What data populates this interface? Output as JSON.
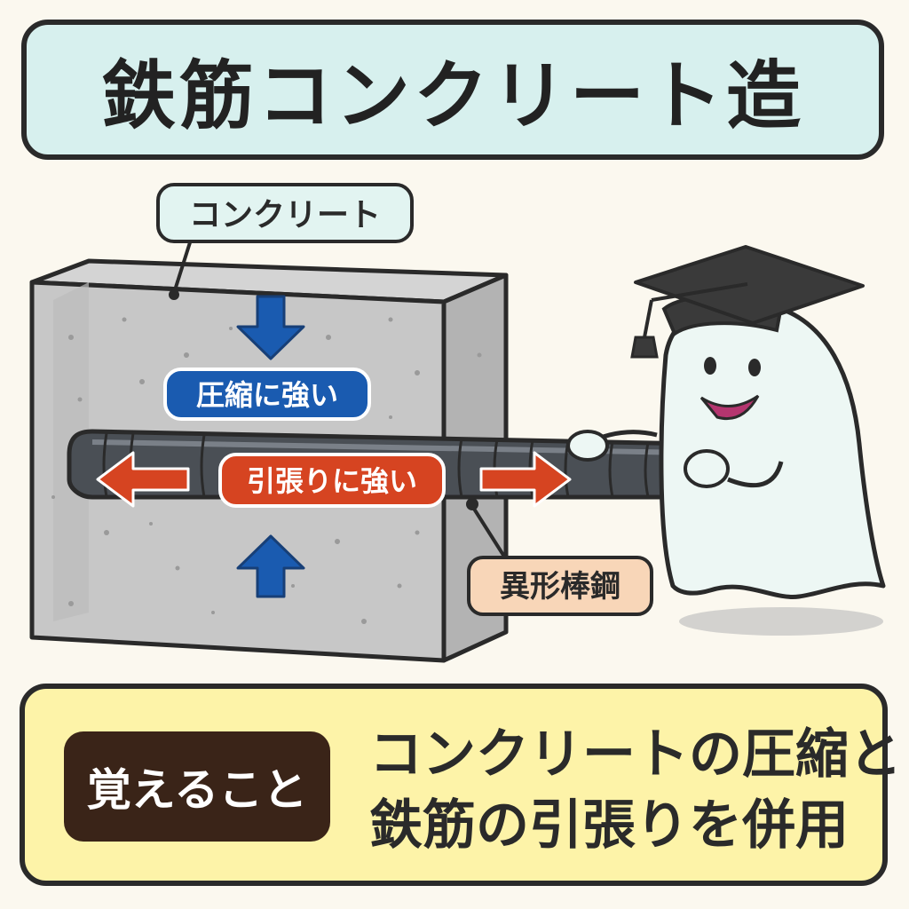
{
  "title": "鉄筋コンクリート造",
  "labels": {
    "concrete": "コンクリート",
    "compression": "圧縮に強い",
    "tension": "引張りに強い",
    "rebar": "異形棒鋼"
  },
  "memo": {
    "badge": "覚えること",
    "lines": [
      "コンクリートの圧縮と",
      "鉄筋の引張りを併用"
    ]
  },
  "colors": {
    "title_bg": "#d7f0ee",
    "memo_bg": "#fdf3a8",
    "badge_bg": "#3a2418",
    "compression_blue": "#1a5bb0",
    "tension_red": "#d64421",
    "rebar_label_bg": "#f8d6b8",
    "concrete_gray": "#c7c7c7",
    "rebar_dark": "#4a4f55"
  },
  "icons": [
    "graduation-cap-icon",
    "ghost-mascot-icon",
    "arrow-down-icon",
    "arrow-up-icon",
    "arrow-left-icon",
    "arrow-right-icon"
  ]
}
